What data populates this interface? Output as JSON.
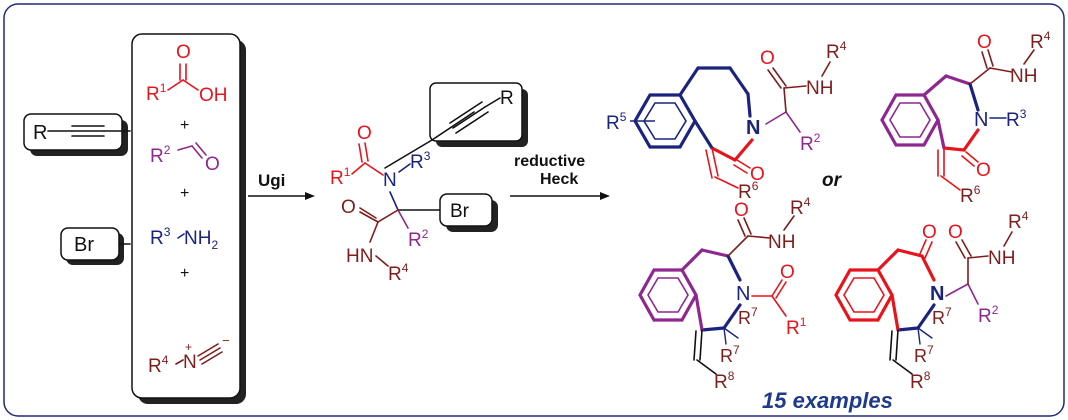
{
  "scheme": {
    "components": {
      "alkyne_r": "R",
      "bromo_label": "Br",
      "r1": "R",
      "r1_sup": "1",
      "oh": "OH",
      "o_acid": "O",
      "r2": "R",
      "r2_sup": "2",
      "o_ald": "O",
      "r3": "R",
      "r3_sup": "3",
      "nh2": "NH",
      "nh2_sub": "2",
      "r4": "R",
      "r4_sup": "4",
      "n_iso": "N",
      "plus_1": "+",
      "plus_2": "+",
      "plus_3": "+",
      "charge_plus": "+",
      "charge_minus": "−"
    },
    "step1": {
      "label": "Ugi"
    },
    "intermediate": {
      "o_top": "O",
      "r1": "R",
      "r1_sup": "1",
      "n": "N",
      "r3": "R",
      "r3_sup": "3",
      "alkyne_r": "R",
      "br": "Br",
      "o_bottom": "O",
      "r2": "R",
      "r2_sup": "2",
      "hn": "HN",
      "r4": "R",
      "r4_sup": "4"
    },
    "step2": {
      "line1": "reductive",
      "line2": "Heck"
    },
    "products": {
      "p1": {
        "r5": "R",
        "r5_sup": "5",
        "n": "N",
        "o_ring": "O",
        "o_amide": "O",
        "nh": "NH",
        "r4": "R",
        "r4_sup": "4",
        "r2": "R",
        "r2_sup": "2",
        "r6": "R",
        "r6_sup": "6"
      },
      "or_label": "or",
      "p2": {
        "o_amide": "O",
        "nh": "NH",
        "r4": "R",
        "r4_sup": "4",
        "n": "N",
        "r3": "R",
        "r3_sup": "3",
        "o_ring": "O",
        "r6": "R",
        "r6_sup": "6"
      },
      "p3": {
        "o_amide": "O",
        "nh": "NH",
        "r4": "R",
        "r4_sup": "4",
        "n": "N",
        "o_acyl": "O",
        "r1": "R",
        "r1_sup": "1",
        "r7a": "R",
        "r7a_sup": "7",
        "r7b": "R",
        "r7b_sup": "7",
        "r8": "R",
        "r8_sup": "8"
      },
      "p4": {
        "o_ring": "O",
        "o_amide": "O",
        "nh": "NH",
        "r4": "R",
        "r4_sup": "4",
        "n": "N",
        "r2": "R",
        "r2_sup": "2",
        "r7a": "R",
        "r7a_sup": "7",
        "r7b": "R",
        "r7b_sup": "7",
        "r8": "R",
        "r8_sup": "8"
      }
    },
    "footer": {
      "examples": "15 examples"
    }
  },
  "colors": {
    "frame": "#1e2a78",
    "acid_red": "#e8141c",
    "aldehyde_purple": "#8e2790",
    "amine_blue": "#1a237e",
    "isocyanide_maroon": "#7f1d1d",
    "black": "#111111",
    "examples_blue": "#1e3a8a"
  }
}
